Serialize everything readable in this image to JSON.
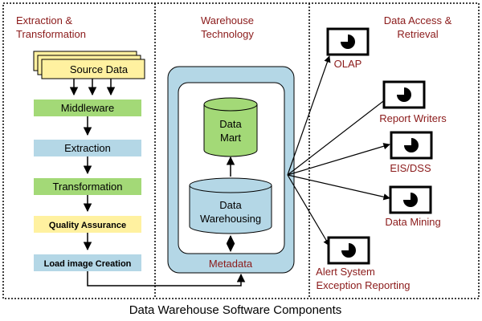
{
  "sections": {
    "extraction": {
      "title_line1": "Extraction &",
      "title_line2": "Transformation"
    },
    "warehouse": {
      "title_line1": "Warehouse",
      "title_line2": "Technology"
    },
    "access": {
      "title_line1": "Data Access &",
      "title_line2": "Retrieval"
    }
  },
  "pipeline": {
    "source": "Source Data",
    "middleware": "Middleware",
    "extraction": "Extraction",
    "transformation": "Transformation",
    "quality": "Quality Assurance",
    "load": "Load image Creation"
  },
  "warehouse": {
    "mart_line1": "Data",
    "mart_line2": "Mart",
    "dw_line1": "Data",
    "dw_line2": "Warehousing",
    "metadata": "Metadata"
  },
  "tools": {
    "olap": "OLAP",
    "report": "Report Writers",
    "eis": "EIS/DSS",
    "mining": "Data Mining",
    "alert_line1": "Alert System",
    "alert_line2": "Exception Reporting"
  },
  "caption": "Data Warehouse Software Components",
  "colors": {
    "section_title": "#8b1a1a",
    "green_box": "#a3d977",
    "blue_box": "#b4d7e6",
    "yellow_box": "#fff1a0",
    "cylinder_green": "#a3d977",
    "warehouse_panel": "#b4d7e6"
  },
  "icons": [
    "pie-chart-monitor-icon"
  ]
}
